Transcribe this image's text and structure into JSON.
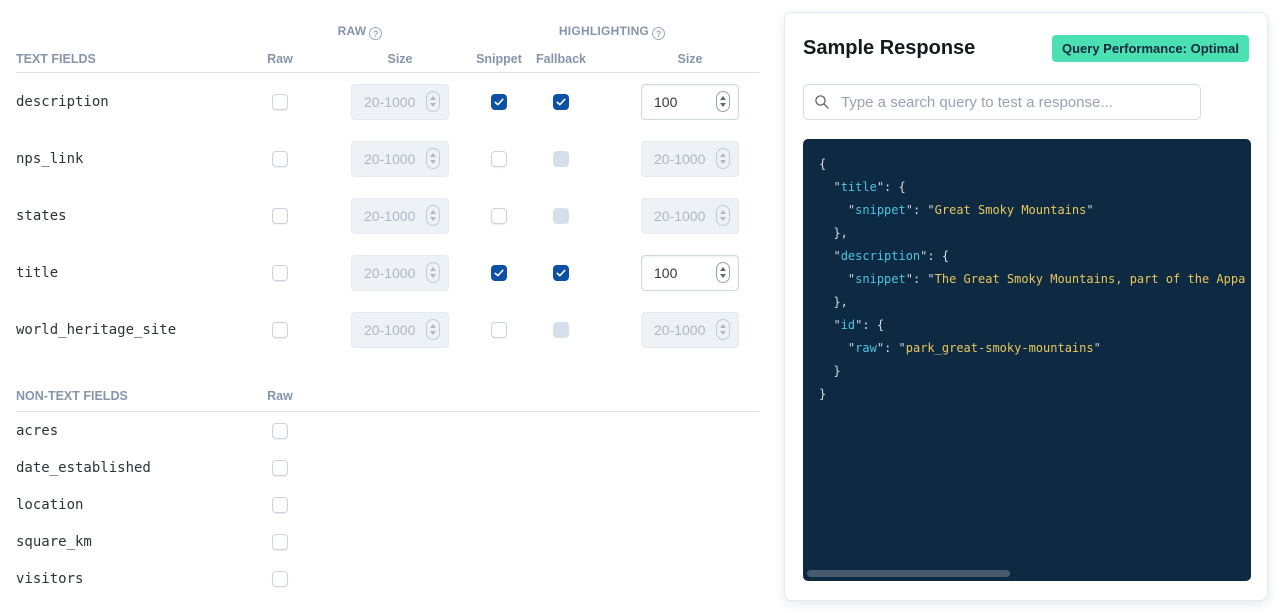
{
  "left_table": {
    "text_section": {
      "label": "TEXT FIELDS",
      "group_headers": {
        "raw": "RAW",
        "highlighting": "HIGHLIGHTING",
        "help_icon": "?"
      },
      "columns": [
        "Raw",
        "Size",
        "Snippet",
        "Fallback",
        "Size"
      ],
      "rows": [
        {
          "field": "description",
          "raw_checked": false,
          "raw_size": {
            "enabled": false,
            "placeholder": "20-1000"
          },
          "snippet_checked": true,
          "fallback_checked": true,
          "fallback_disabled": false,
          "hl_size": {
            "enabled": true,
            "value": "100"
          }
        },
        {
          "field": "nps_link",
          "raw_checked": false,
          "raw_size": {
            "enabled": false,
            "placeholder": "20-1000"
          },
          "snippet_checked": false,
          "fallback_checked": false,
          "fallback_disabled": true,
          "hl_size": {
            "enabled": false,
            "placeholder": "20-1000"
          }
        },
        {
          "field": "states",
          "raw_checked": false,
          "raw_size": {
            "enabled": false,
            "placeholder": "20-1000"
          },
          "snippet_checked": false,
          "fallback_checked": false,
          "fallback_disabled": true,
          "hl_size": {
            "enabled": false,
            "placeholder": "20-1000"
          }
        },
        {
          "field": "title",
          "raw_checked": false,
          "raw_size": {
            "enabled": false,
            "placeholder": "20-1000"
          },
          "snippet_checked": true,
          "fallback_checked": true,
          "fallback_disabled": false,
          "hl_size": {
            "enabled": true,
            "value": "100"
          }
        },
        {
          "field": "world_heritage_site",
          "raw_checked": false,
          "raw_size": {
            "enabled": false,
            "placeholder": "20-1000"
          },
          "snippet_checked": false,
          "fallback_checked": false,
          "fallback_disabled": true,
          "hl_size": {
            "enabled": false,
            "placeholder": "20-1000"
          }
        }
      ]
    },
    "non_text_section": {
      "label": "NON-TEXT FIELDS",
      "columns": [
        "Raw"
      ],
      "rows": [
        {
          "field": "acres",
          "raw_checked": false
        },
        {
          "field": "date_established",
          "raw_checked": false
        },
        {
          "field": "location",
          "raw_checked": false
        },
        {
          "field": "square_km",
          "raw_checked": false
        },
        {
          "field": "visitors",
          "raw_checked": false
        }
      ]
    }
  },
  "panel": {
    "title": "Sample Response",
    "badge": "Query Performance: Optimal",
    "search_placeholder": "Type a search query to test a response...",
    "code_lines": [
      [
        [
          "p",
          "{"
        ]
      ],
      [
        [
          "p",
          "  "
        ],
        [
          "q",
          "\""
        ],
        [
          "k",
          "title"
        ],
        [
          "q",
          "\""
        ],
        [
          "p",
          ": {"
        ]
      ],
      [
        [
          "p",
          "    "
        ],
        [
          "q",
          "\""
        ],
        [
          "k",
          "snippet"
        ],
        [
          "q",
          "\""
        ],
        [
          "p",
          ": "
        ],
        [
          "q",
          "\""
        ],
        [
          "s",
          "Great Smoky Mountains"
        ],
        [
          "q",
          "\""
        ]
      ],
      [
        [
          "p",
          "  },"
        ]
      ],
      [
        [
          "p",
          "  "
        ],
        [
          "q",
          "\""
        ],
        [
          "k",
          "description"
        ],
        [
          "q",
          "\""
        ],
        [
          "p",
          ": {"
        ]
      ],
      [
        [
          "p",
          "    "
        ],
        [
          "q",
          "\""
        ],
        [
          "k",
          "snippet"
        ],
        [
          "q",
          "\""
        ],
        [
          "p",
          ": "
        ],
        [
          "q",
          "\""
        ],
        [
          "s",
          "The Great Smoky Mountains, part of the Appa"
        ]
      ],
      [
        [
          "p",
          "  },"
        ]
      ],
      [
        [
          "p",
          "  "
        ],
        [
          "q",
          "\""
        ],
        [
          "k",
          "id"
        ],
        [
          "q",
          "\""
        ],
        [
          "p",
          ": {"
        ]
      ],
      [
        [
          "p",
          "    "
        ],
        [
          "q",
          "\""
        ],
        [
          "k",
          "raw"
        ],
        [
          "q",
          "\""
        ],
        [
          "p",
          ": "
        ],
        [
          "q",
          "\""
        ],
        [
          "s",
          "park_great-smoky-mountains"
        ],
        [
          "q",
          "\""
        ]
      ],
      [
        [
          "p",
          "  }"
        ]
      ],
      [
        [
          "p",
          "}"
        ]
      ]
    ]
  },
  "colors": {
    "checkbox_checked": "#0c51a3",
    "badge_bg": "#4be0b4",
    "code_bg": "#0d2a42",
    "code_key": "#4cc3e2",
    "code_string": "#e9c75a"
  }
}
